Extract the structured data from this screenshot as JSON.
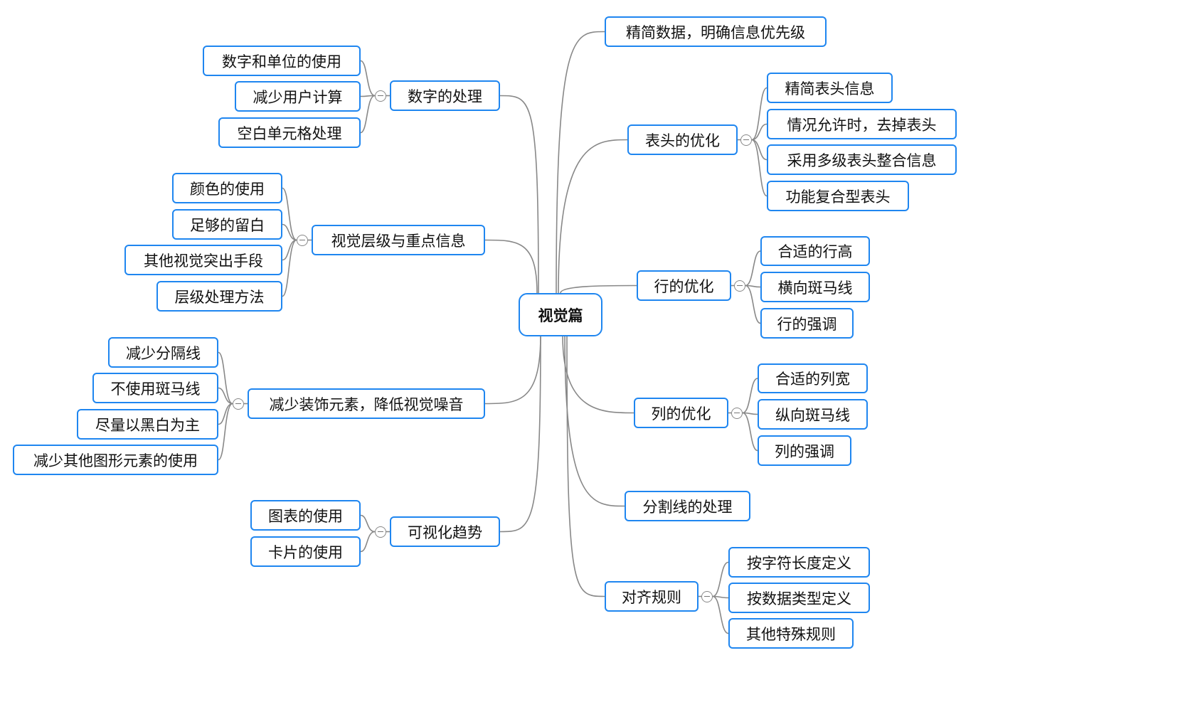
{
  "root": {
    "label": "视觉篇"
  },
  "colors": {
    "border": "#1f86f0",
    "line": "#888888"
  },
  "branches": [
    {
      "label": "精简数据，明确信息优先级",
      "side": "right",
      "children": []
    },
    {
      "label": "表头的优化",
      "side": "right",
      "children": [
        "精简表头信息",
        "情况允许时，去掉表头",
        "采用多级表头整合信息",
        "功能复合型表头"
      ]
    },
    {
      "label": "行的优化",
      "side": "right",
      "children": [
        "合适的行高",
        "横向斑马线",
        "行的强调"
      ]
    },
    {
      "label": "列的优化",
      "side": "right",
      "children": [
        "合适的列宽",
        "纵向斑马线",
        "列的强调"
      ]
    },
    {
      "label": "分割线的处理",
      "side": "right",
      "children": []
    },
    {
      "label": "对齐规则",
      "side": "right",
      "children": [
        "按字符长度定义",
        "按数据类型定义",
        "其他特殊规则"
      ]
    },
    {
      "label": "数字的处理",
      "side": "left",
      "children": [
        "数字和单位的使用",
        "减少用户计算",
        "空白单元格处理"
      ]
    },
    {
      "label": "视觉层级与重点信息",
      "side": "left",
      "children": [
        "颜色的使用",
        "足够的留白",
        "其他视觉突出手段",
        "层级处理方法"
      ]
    },
    {
      "label": "减少装饰元素，降低视觉噪音",
      "side": "left",
      "children": [
        "减少分隔线",
        "不使用斑马线",
        "尽量以黑白为主",
        "减少其他图形元素的使用"
      ]
    },
    {
      "label": "可视化趋势",
      "side": "left",
      "children": [
        "图表的使用",
        "卡片的使用"
      ]
    }
  ]
}
